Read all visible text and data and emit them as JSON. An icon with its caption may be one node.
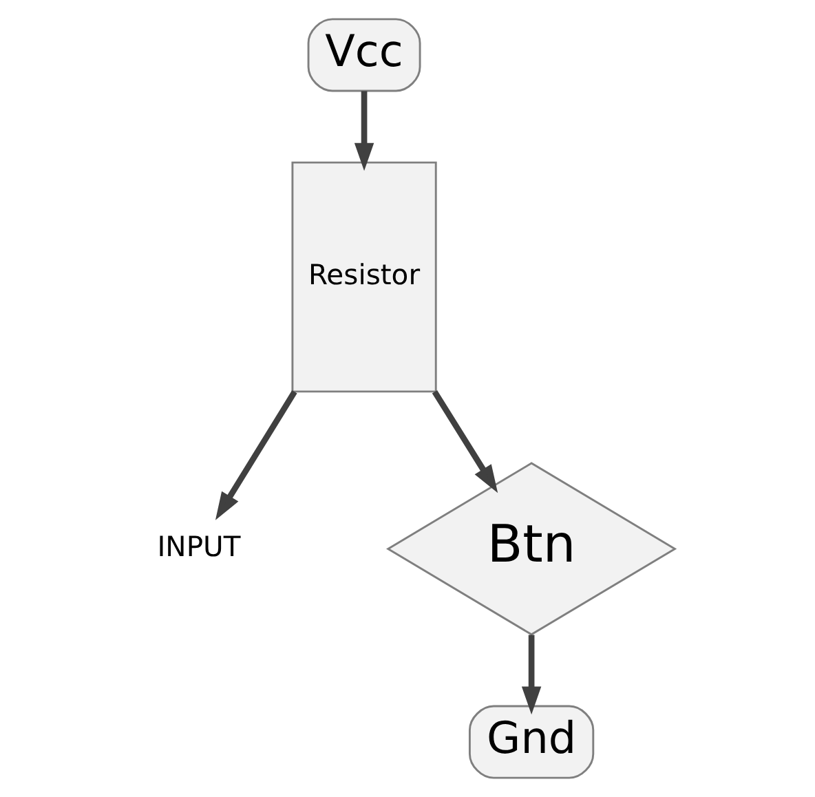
{
  "diagram": {
    "nodes": [
      {
        "text": [
          "Vcc"
        ]
      },
      {
        "text": [
          "Resistor"
        ]
      },
      {
        "text": [
          "INPUT"
        ]
      },
      {
        "text": [
          "Btn"
        ]
      },
      {
        "text": [
          "Gnd"
        ]
      }
    ],
    "edges": [
      {
        "from": 0,
        "to": 1,
        "arrow": "to"
      },
      {
        "from": 1,
        "to": 2,
        "arrow": "to"
      },
      {
        "from": 1,
        "to": 3,
        "arrow": "to"
      },
      {
        "from": 3,
        "to": 4,
        "arrow": "to"
      }
    ]
  }
}
